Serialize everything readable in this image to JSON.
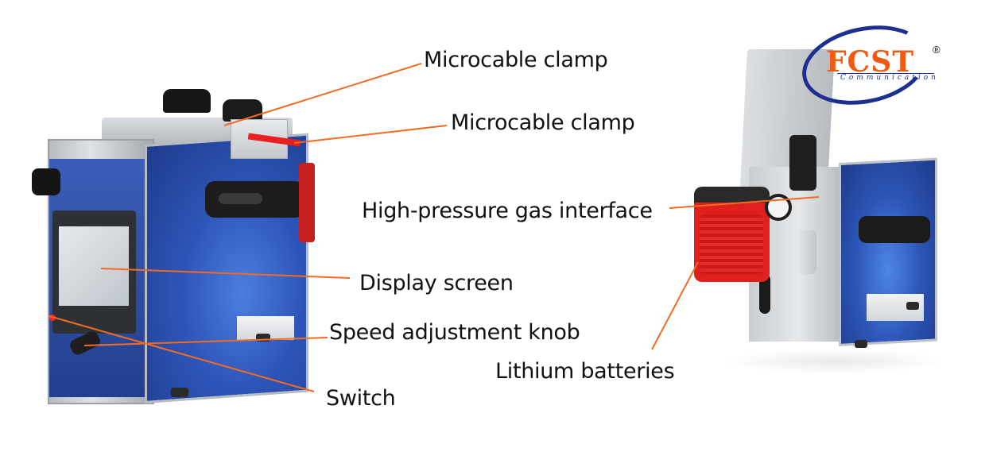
{
  "logo": {
    "brand": "FCST",
    "registered_mark": "®",
    "tagline": "Communication",
    "colors": {
      "text": "#f05a12",
      "ring": "#1d2f8f"
    }
  },
  "annotations": {
    "line_color": "#f26b21",
    "labels": [
      {
        "id": "microcable-clamp-1",
        "text": "Microcable clamp"
      },
      {
        "id": "microcable-clamp-2",
        "text": "Microcable clamp"
      },
      {
        "id": "high-pressure-gas-interface",
        "text": "High-pressure gas interface"
      },
      {
        "id": "display-screen",
        "text": "Display screen"
      },
      {
        "id": "speed-adjustment-knob",
        "text": "Speed adjustment knob"
      },
      {
        "id": "switch",
        "text": "Switch"
      },
      {
        "id": "lithium-batteries",
        "text": "Lithium batteries"
      }
    ]
  },
  "devices": [
    {
      "id": "front-view",
      "description": "Blue-panelled machine with touch display, side knob, top knobs and handle"
    },
    {
      "id": "rear-view",
      "description": "Machine with red lithium battery pack, pressure regulator and gauge"
    }
  ]
}
